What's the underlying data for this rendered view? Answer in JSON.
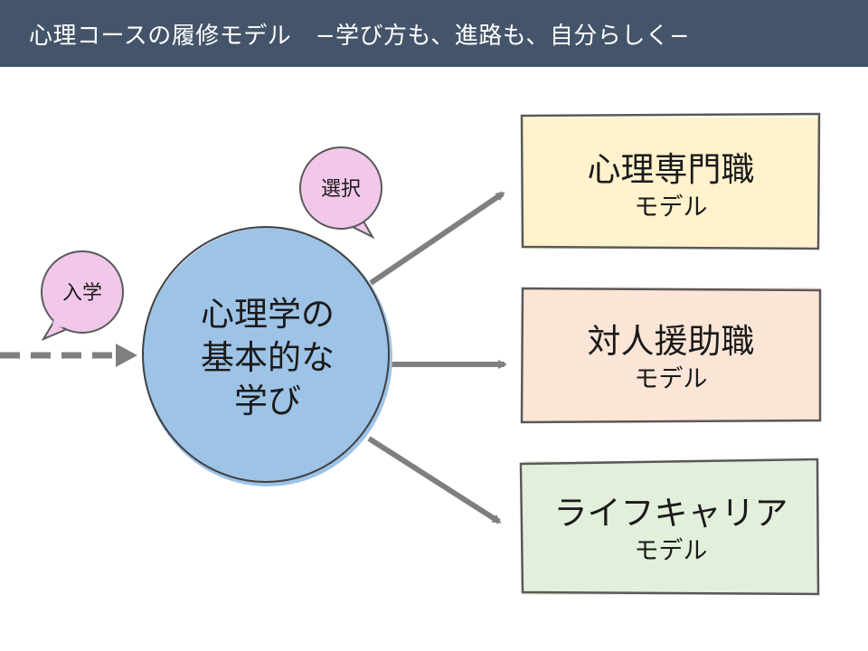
{
  "header": {
    "title": "心理コースの履修モデル　−学び方も、進路も、自分らしく−"
  },
  "bubbles": {
    "enroll": "入学",
    "select": "選択"
  },
  "center": {
    "line1": "心理学の",
    "line2": "基本的な",
    "line3": "学び"
  },
  "models": [
    {
      "title": "心理専門職",
      "subtitle": "モデル",
      "color": "#fff2cc"
    },
    {
      "title": "対人援助職",
      "subtitle": "モデル",
      "color": "#fbe5d6"
    },
    {
      "title": "ライフキャリア",
      "subtitle": "モデル",
      "color": "#e2efda"
    }
  ],
  "colors": {
    "header_bg": "#44546a",
    "circle_fill": "#9dc3e6",
    "bubble_fill": "#f2c8ea",
    "arrow": "#7f7f7f"
  }
}
